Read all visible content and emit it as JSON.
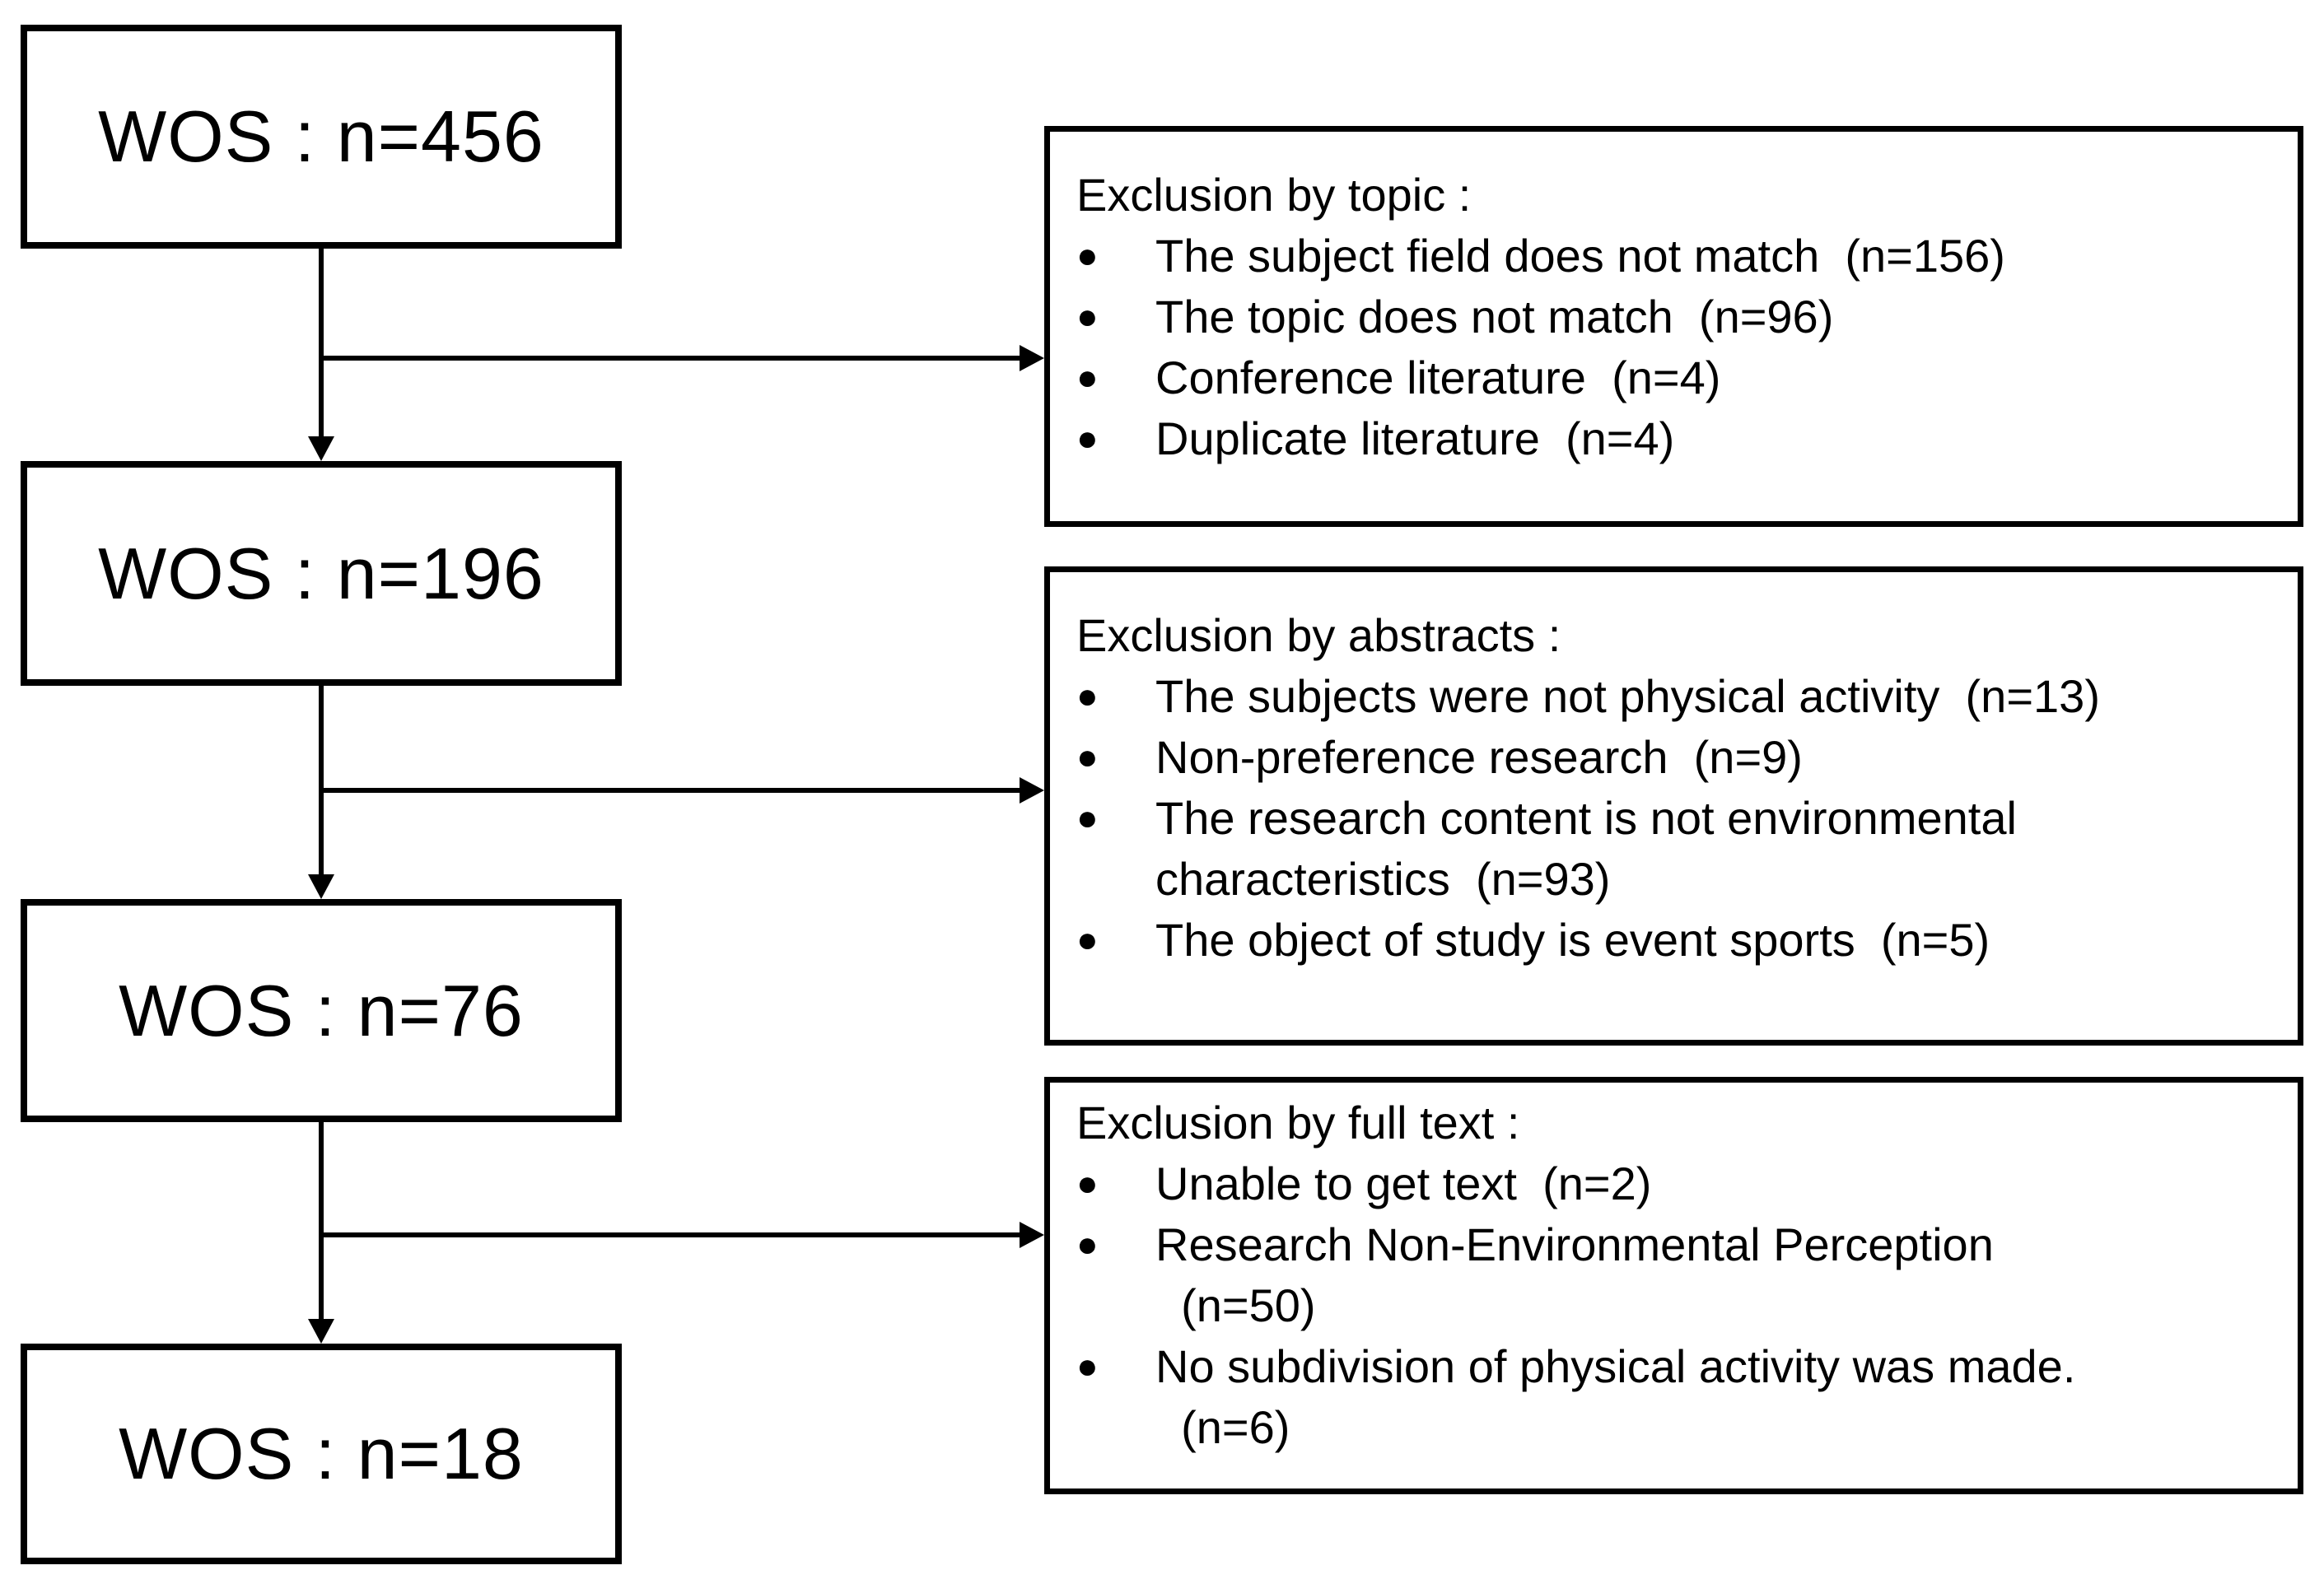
{
  "diagram": {
    "background": "#ffffff",
    "ink": "#000000",
    "bullet_glyph": "●",
    "flow_boxes": [
      {
        "label": "WOS : n=456"
      },
      {
        "label": "WOS : n=196"
      },
      {
        "label": "WOS : n=76"
      },
      {
        "label": "WOS : n=18"
      }
    ],
    "exclusion_boxes": [
      {
        "title": "Exclusion by topic :",
        "items": [
          "The subject field does not match  (n=156)",
          "The topic does not match  (n=96)",
          "Conference literature  (n=4)",
          "Duplicate literature  (n=4)"
        ]
      },
      {
        "title": "Exclusion by abstracts :",
        "items": [
          "The subjects were not physical activity  (n=13)",
          "Non-preference research  (n=9)",
          "The research content is not environmental\ncharacteristics  (n=93)",
          "The object of study is event sports  (n=5)"
        ]
      },
      {
        "title": "Exclusion by full text :",
        "items": [
          "Unable to get text  (n=2)",
          "Research Non-Environmental Perception\n  (n=50)",
          "No subdivision of physical activity was made.\n  (n=6)"
        ]
      }
    ]
  }
}
